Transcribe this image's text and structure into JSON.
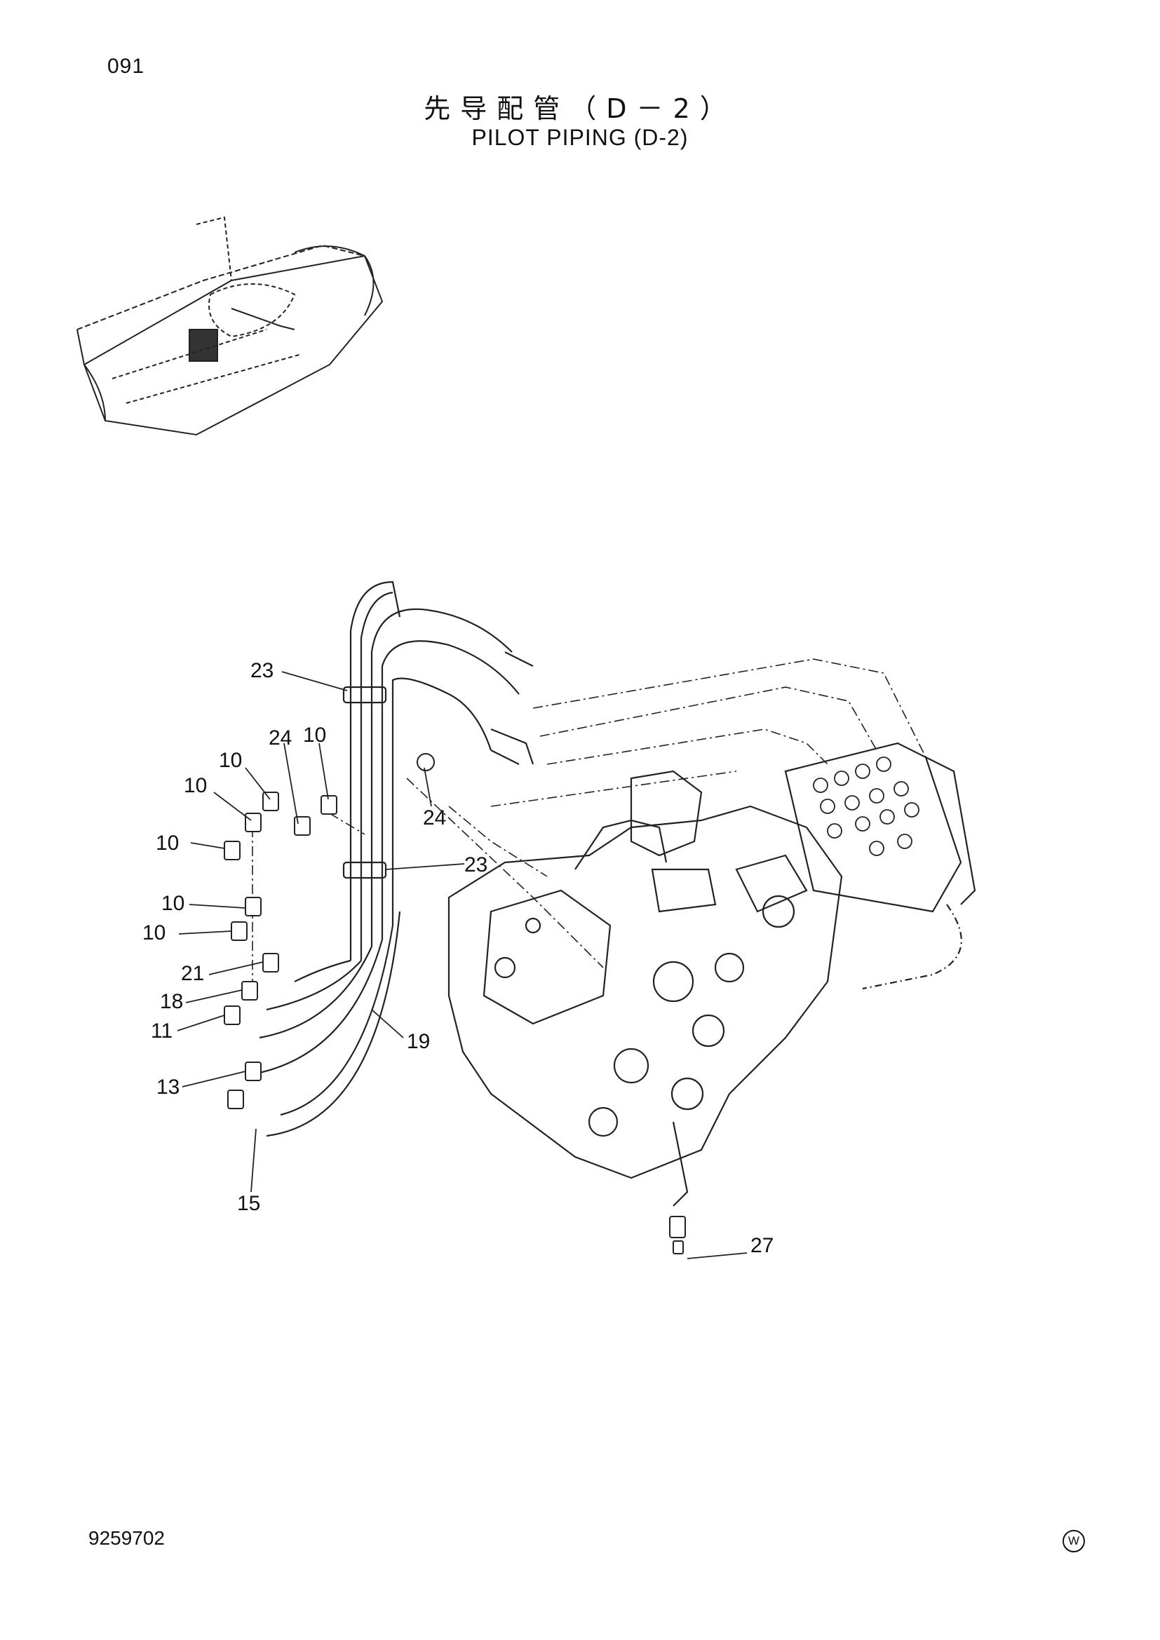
{
  "page_number": "091",
  "title_jp": "先导配管（D－2）",
  "title_en": "PILOT PIPING (D-2)",
  "doc_number": "9259702",
  "corner_mark": "W",
  "callouts": [
    "23",
    "24",
    "10",
    "10",
    "10",
    "10",
    "24",
    "23",
    "10",
    "10",
    "21",
    "18",
    "11",
    "19",
    "13",
    "15",
    "27"
  ]
}
